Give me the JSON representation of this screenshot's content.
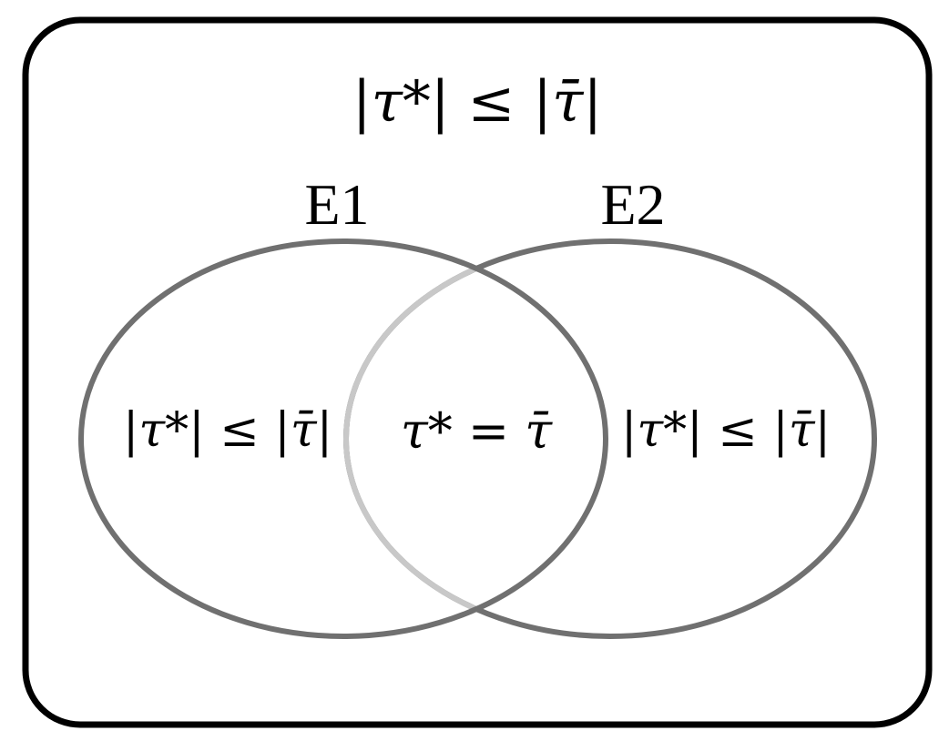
{
  "universe": {
    "label": "|τ*| ≤ |τ̄|"
  },
  "sets": [
    {
      "name": "E1",
      "region_label": "|τ*| ≤ |τ̄|"
    },
    {
      "name": "E2",
      "region_label": "|τ*| ≤ |τ̄|"
    }
  ],
  "intersection": {
    "label": "τ* = τ̄"
  },
  "colors": {
    "frame": "#000000",
    "ellipse_stroke": "#707070",
    "ellipse_overlap_stroke": "#c8c8c8",
    "text": "#000000"
  }
}
